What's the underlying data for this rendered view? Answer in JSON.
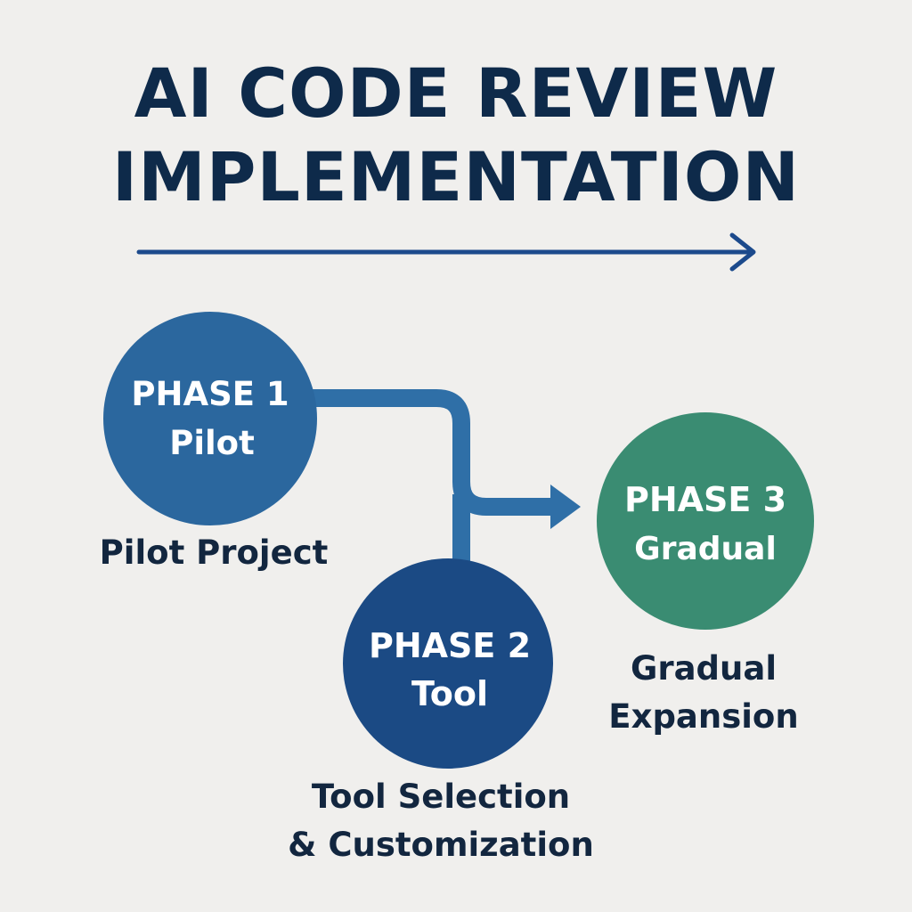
{
  "title": {
    "line1": "AI CODE REVIEW",
    "line2": "IMPLEMENTATION"
  },
  "colors": {
    "background": "#f0efed",
    "title": "#0e2a4a",
    "timeline_arrow": "#1c4a8c",
    "phase1": "#2b679e",
    "phase2": "#1b4a84",
    "phase3": "#3a8c72",
    "connector": "#2f6fa7",
    "caption": "#12263f"
  },
  "phases": [
    {
      "heading": "PHASE 1",
      "short": "Pilot",
      "caption_lines": [
        "Pilot Project"
      ]
    },
    {
      "heading": "PHASE 2",
      "short": "Tool",
      "caption_lines": [
        "Tool Selection",
        "& Customization"
      ]
    },
    {
      "heading": "PHASE 3",
      "short": "Gradual",
      "caption_lines": [
        "Gradual",
        "Expansion"
      ]
    }
  ]
}
